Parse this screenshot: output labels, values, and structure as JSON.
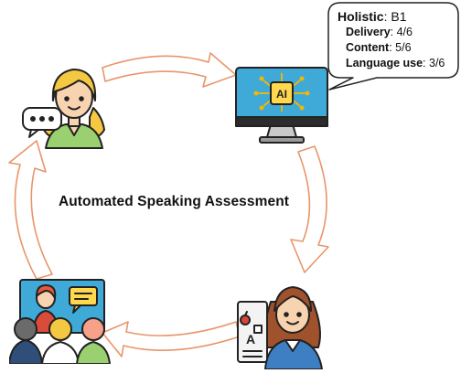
{
  "title": "Automated Speaking Assessment",
  "chip_label": "AI",
  "worksheet_glyph": "A",
  "scores": {
    "holistic_label": "Holistic",
    "holistic_value": "B1",
    "items": [
      {
        "label": "Delivery",
        "value": "4/6"
      },
      {
        "label": "Content",
        "value": "5/6"
      },
      {
        "label": "Language use",
        "value": "3/6"
      }
    ]
  },
  "colors": {
    "arrow_stroke": "#e8956a",
    "monitor_screen": "#3fa9d8",
    "hair": "#f5c842",
    "shirt": "#9bd070"
  }
}
